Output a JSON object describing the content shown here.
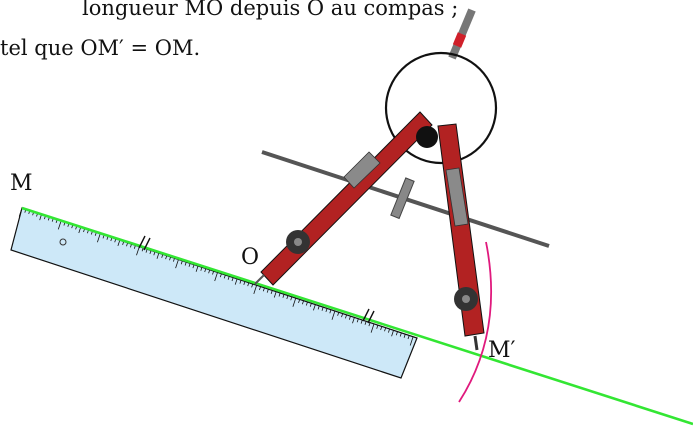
{
  "instructions": {
    "line1": "longueur MO depuis O au compas ;",
    "line2": "tel que OM′ = OM."
  },
  "points": {
    "M": "M",
    "O": "O",
    "M_prime": "M′"
  },
  "colors": {
    "line": "#33e633",
    "ruler_fill": "#cde8f8",
    "compass_arm": "#b22222",
    "compass_grip": "#8a8a8a",
    "arc": "#e0197d",
    "crossbar": "#555555",
    "tick": "#111111"
  },
  "icons": {
    "ruler": "ruler-icon",
    "compass": "compass-icon"
  }
}
